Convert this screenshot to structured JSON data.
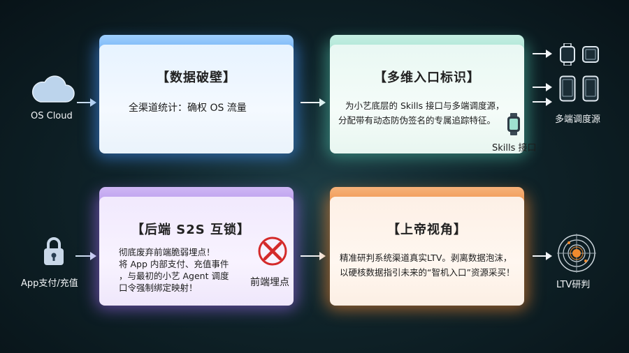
{
  "left": {
    "cloud_label": "OS Cloud",
    "app_label": "App支付/充值"
  },
  "cards": {
    "data_wall": {
      "title": "【数据破壁】",
      "text": "全渠道统计：确权 OS 流量"
    },
    "multi_entry": {
      "title": "【多维入口标识】",
      "line1": "为小艺底层的 Skills 接口与多端调度源，",
      "line2": "分配带有动态防伪签名的专属追踪特征。",
      "skills_label": "Skills 接口"
    },
    "s2s_lock": {
      "title": "【后端 S2S 互锁】",
      "line1": "彻底废弃前端脆弱埋点！",
      "line2": "将 App 内部支付、充值事件",
      "line3": "，与最初的小艺 Agent 调度",
      "line4": "口令强制绑定映射！",
      "frontend_label": "前端埋点"
    },
    "god_view": {
      "title": "【上帝视角】",
      "line1": "精准研判系统渠道真实LTV。剥离数据泡沫，",
      "line2": "以硬核数据指引未来的“智机入口”资源采买！"
    }
  },
  "right": {
    "devices_label": "多端调度源",
    "ltv_label": "LTV研判"
  }
}
